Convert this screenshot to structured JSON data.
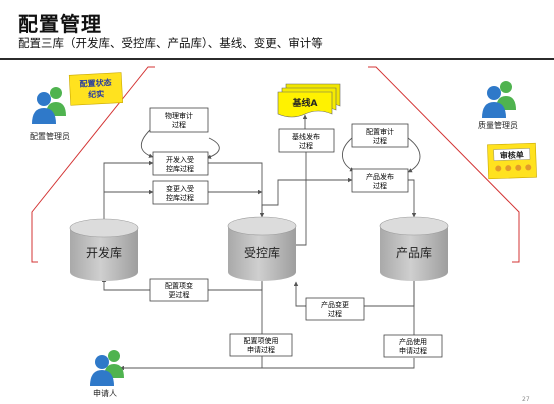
{
  "title": "配置管理",
  "subtitle": "配置三库（开发库、受控库、产品库）、基线、变更、审计等",
  "actors": {
    "config_manager": "配置管理员",
    "quality_manager": "质量管理员",
    "applicant": "申请人"
  },
  "sticky_notes": {
    "config_status": [
      "配置状态",
      "纪实"
    ],
    "audit_sheet": "审核单"
  },
  "baseline_doc": "基线A",
  "libraries": {
    "dev": "开发库",
    "controlled": "受控库",
    "product": "产品库"
  },
  "processes": {
    "physical_audit": [
      "物理审计",
      "过程"
    ],
    "dev_in": [
      "开发入受",
      "控库过程"
    ],
    "change_in": [
      "变更入受",
      "控库过程"
    ],
    "baseline_release": [
      "基线发布",
      "过程"
    ],
    "config_audit": [
      "配置审计",
      "过程"
    ],
    "product_release": [
      "产品发布",
      "过程"
    ],
    "config_change": [
      "配置项变",
      "更过程"
    ],
    "product_change": [
      "产品变更",
      "过程"
    ],
    "config_use": [
      "配置项使用",
      "申请过程"
    ],
    "product_use": [
      "产品使用",
      "申请过程"
    ]
  },
  "page_number": "27",
  "colors": {
    "arrow": "#555555",
    "bracket": "#d33333",
    "cylinder_top": "#d6d6d6",
    "cylinder_body": "#b9b9b9",
    "sticky": "#ffe21f",
    "person_blue": "#2f79c9",
    "person_green": "#4fb34f"
  }
}
